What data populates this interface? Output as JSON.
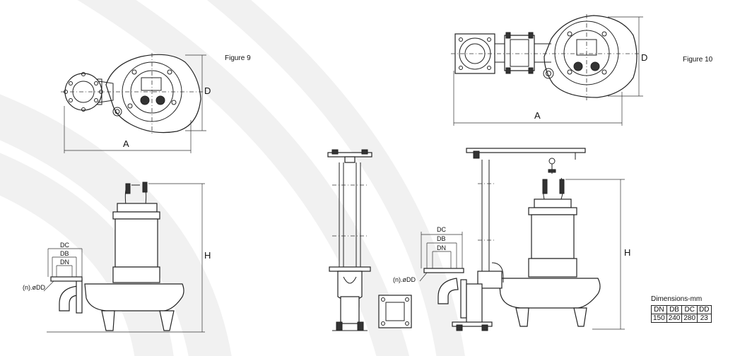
{
  "figure9": {
    "caption": "Figure 9",
    "dim_a": "A",
    "dim_d": "D",
    "dim_h": "H",
    "dim_dc": "DC",
    "dim_db": "DB",
    "dim_dn": "DN",
    "flange_holes": "(n).øDD"
  },
  "figure10": {
    "caption": "Figure 10",
    "dim_a": "A",
    "dim_d": "D",
    "dim_h": "H",
    "dim_dc": "DC",
    "dim_db": "DB",
    "dim_dn": "DN",
    "flange_holes": "(n).øDD"
  },
  "dimensions_table": {
    "title": "Dimensions-mm",
    "headers": [
      "DN",
      "DB",
      "DC",
      "DD"
    ],
    "values": [
      "150",
      "240",
      "280",
      "23"
    ]
  }
}
